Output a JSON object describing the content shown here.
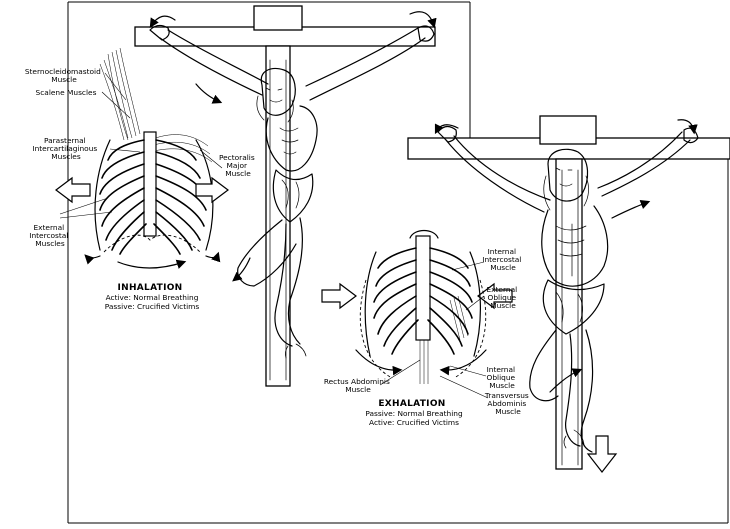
{
  "inhalation": {
    "heading": "INHALATION",
    "line1": "Active: Normal Breathing",
    "line2": "Passive: Crucified Victims",
    "labels": {
      "sternocleidomastoid": [
        "Sternocleidomastoid",
        "Muscle"
      ],
      "scalene": [
        "Scalene Muscles"
      ],
      "parasternal": [
        "Parasternal",
        "Intercartilaginous",
        "Muscles"
      ],
      "external_intercostal": [
        "External",
        "Intercostal",
        "Muscles"
      ],
      "pectoralis": [
        "Pectoralis",
        "Major",
        "Muscle"
      ]
    }
  },
  "exhalation": {
    "heading": "EXHALATION",
    "line1": "Passive: Normal Breathing",
    "line2": "Active: Crucified Victims",
    "labels": {
      "internal_intercostal": [
        "Internal",
        "Intercostal",
        "Muscle"
      ],
      "external_oblique": [
        "External",
        "Oblique",
        "Muscle"
      ],
      "rectus": [
        "Rectus Abdominis",
        "Muscle"
      ],
      "internal_oblique": [
        "Internal",
        "Oblique",
        "Muscle"
      ],
      "transversus": [
        "Transversus",
        "Abdominis",
        "Muscle"
      ]
    }
  }
}
